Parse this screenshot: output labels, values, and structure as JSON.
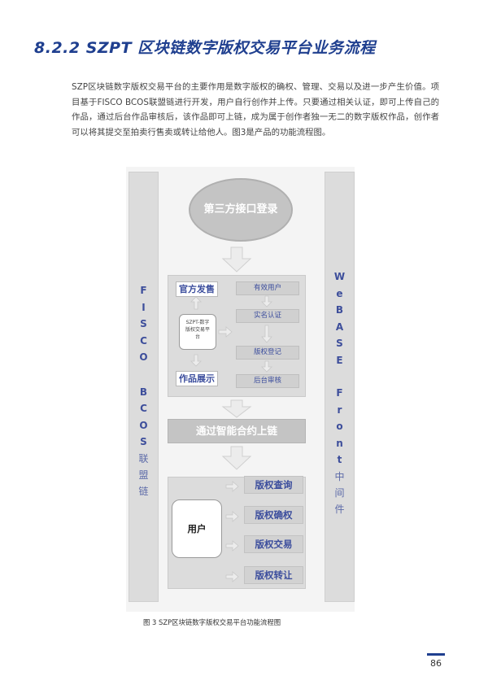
{
  "section": {
    "heading": "8.2.2  SZPT 区块链数字版权交易平台业务流程",
    "paragraph": "SZP区块链数字版权交易平台的主要作用是数字版权的确权、管理、交易以及进一步产生价值。项目基于FISCO BCOS联盟链进行开发，用户自行创作并上传。只要通过相关认证，即可上传自己的作品，通过后台作品审核后，该作品即可上链，成为属于创作者独一无二的数字版权作品，创作者可以将其提交至拍卖行售卖或转让给他人。图3是产品的功能流程图。"
  },
  "figure": {
    "left_bar": {
      "latin": [
        "F",
        "I",
        "S",
        "C",
        "O",
        "",
        "B",
        "C",
        "O",
        "S"
      ],
      "chinese": [
        "联",
        "盟",
        "链"
      ]
    },
    "right_bar": {
      "latin": [
        "W",
        "e",
        "B",
        "A",
        "S",
        "E",
        "",
        "F",
        "r",
        "o",
        "n",
        "t"
      ],
      "chinese": [
        "中",
        "间",
        "件"
      ]
    },
    "entry": "第三方接口登录",
    "upper_panel": {
      "left_top": "官方发售",
      "left_bottom": "作品展示",
      "platform_lines": [
        "SZPT-数字",
        "版权交易平",
        "台"
      ],
      "steps": [
        "有效用户",
        "实名认证",
        "版权登记",
        "后台审核"
      ]
    },
    "chain_bar": "通过智能合约上链",
    "lower_panel": {
      "user": "用户",
      "features": [
        "版权查询",
        "版权确权",
        "版权交易",
        "版权转让"
      ]
    },
    "caption": "图 3  SZP区块链数字版权交易平台功能流程图"
  },
  "page_number": "86",
  "colors": {
    "heading": "#1f3f8f",
    "diagram_text": "#3b4d9d",
    "box_fill": "#dcdcdc",
    "arrow": "#e6e6e6"
  }
}
